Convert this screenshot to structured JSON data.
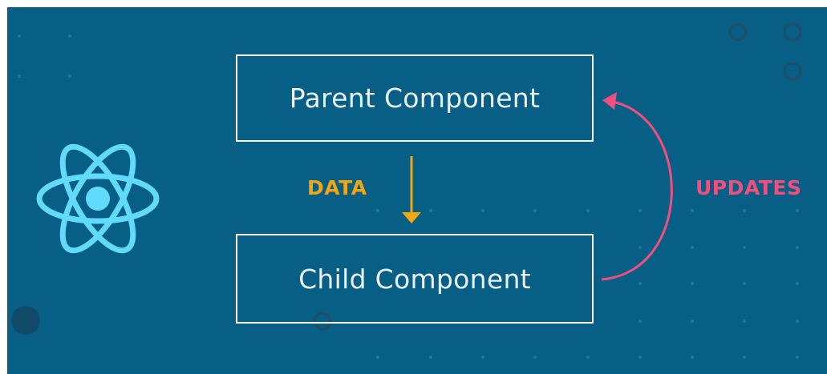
{
  "diagram": {
    "parent_label": "Parent Component",
    "child_label": "Child Component",
    "data_label": "DATA",
    "updates_label": "UPDATES"
  },
  "colors": {
    "background": "#075f86",
    "data_arrow": "#f2a60f",
    "updates_arrow": "#f24f7f",
    "react_logo": "#61dafb",
    "box_border": "#ffffff"
  },
  "icons": {
    "logo": "react-logo-icon"
  }
}
